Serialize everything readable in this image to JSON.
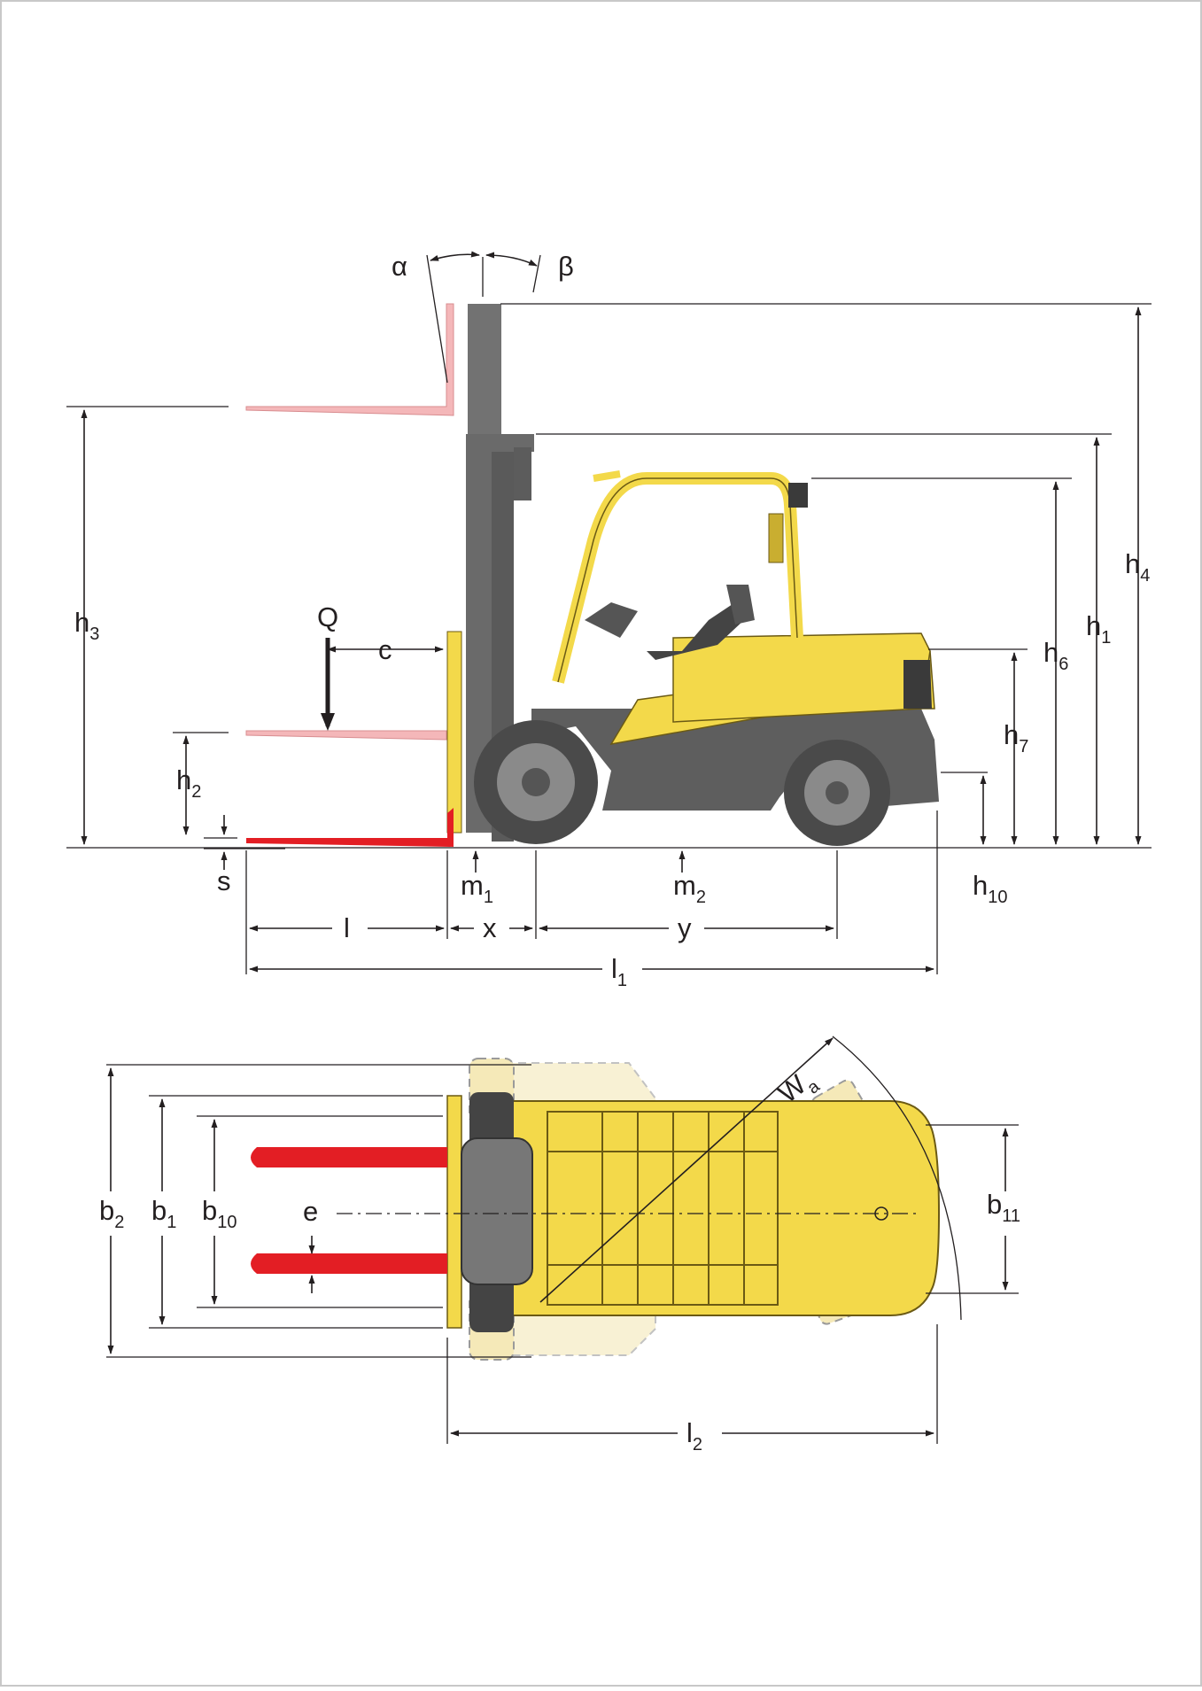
{
  "colors": {
    "body_yellow": "#f3d94a",
    "body_shadow": "#d9b92a",
    "dark_grey": "#5e5e5e",
    "mast_grey": "#727272",
    "fork_red": "#e31e24",
    "fork_pink": "#f4b7b9",
    "line": "#231f20",
    "frame_grey": "#c8c8c8"
  },
  "icons": [
    "arrow-head",
    "forklift-side-view",
    "forklift-top-view"
  ],
  "labels": {
    "alpha": "α",
    "beta": "β",
    "Q": "Q",
    "c": "c",
    "h1": {
      "main": "h",
      "sub": "1"
    },
    "h2": {
      "main": "h",
      "sub": "2"
    },
    "h3": {
      "main": "h",
      "sub": "3"
    },
    "h4": {
      "main": "h",
      "sub": "4"
    },
    "h6": {
      "main": "h",
      "sub": "6"
    },
    "h7": {
      "main": "h",
      "sub": "7"
    },
    "h10": {
      "main": "h",
      "sub": "10"
    },
    "s": "s",
    "m1": {
      "main": "m",
      "sub": "1"
    },
    "m2": {
      "main": "m",
      "sub": "2"
    },
    "l": "l",
    "x": "x",
    "y": "y",
    "l1": {
      "main": "l",
      "sub": "1"
    },
    "b1": {
      "main": "b",
      "sub": "1"
    },
    "b2": {
      "main": "b",
      "sub": "2"
    },
    "b10": {
      "main": "b",
      "sub": "10"
    },
    "b11": {
      "main": "b",
      "sub": "11"
    },
    "e": "e",
    "wa": {
      "main": "W",
      "sub": "a"
    },
    "l2": {
      "main": "l",
      "sub": "2"
    }
  }
}
